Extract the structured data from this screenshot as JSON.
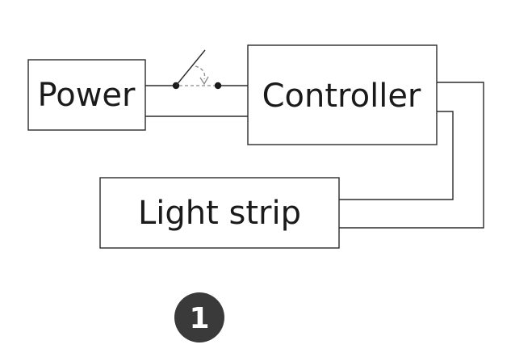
{
  "diagram": {
    "nodes": {
      "power": {
        "label": "Power"
      },
      "controller": {
        "label": "Controller"
      },
      "light_strip": {
        "label": "Light strip"
      }
    },
    "badge": {
      "label": "1",
      "color": "#3a3a3a"
    },
    "colors": {
      "line": "#2b2b2b",
      "dashed": "#8a8a8a",
      "background": "#ffffff"
    }
  }
}
